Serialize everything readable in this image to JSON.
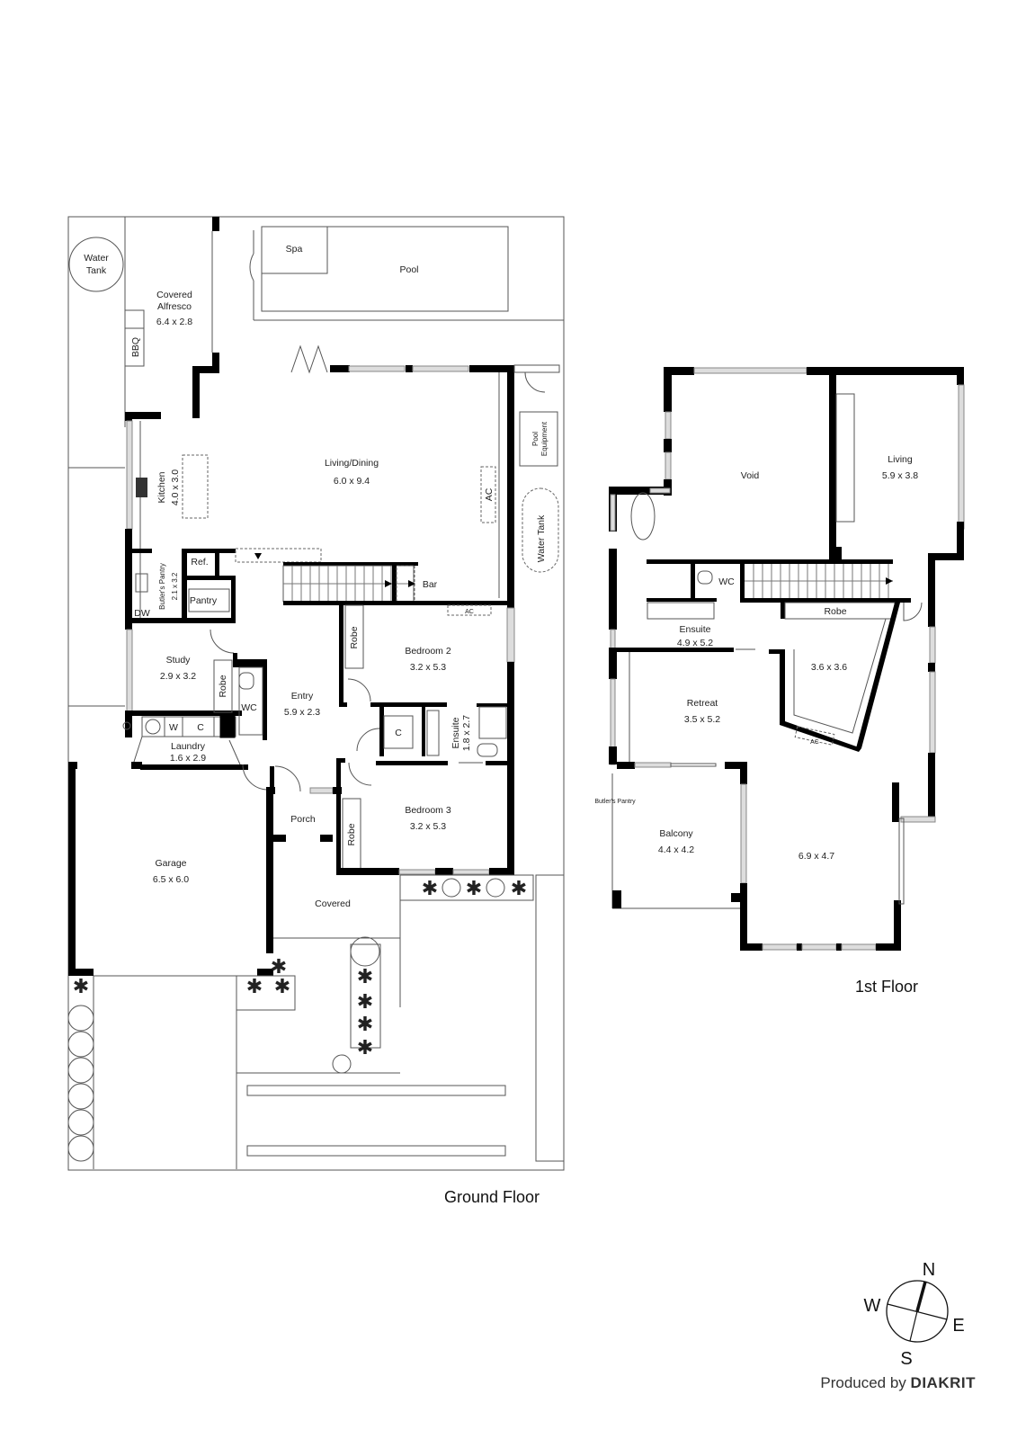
{
  "ground_floor": {
    "title": "Ground Floor",
    "rooms": {
      "water_tank_1": {
        "line1": "Water",
        "line2": "Tank"
      },
      "alfresco": {
        "line1": "Covered",
        "line2": "Alfresco",
        "dims": "6.4 x 2.8"
      },
      "bbq": {
        "label": "BBQ"
      },
      "spa": {
        "label": "Spa"
      },
      "pool": {
        "label": "Pool"
      },
      "living_dining": {
        "label": "Living/Dining",
        "dims": "6.0 x 9.4"
      },
      "ac_living": {
        "label": "AC"
      },
      "pool_equipment": {
        "line1": "Pool",
        "line2": "Equipment"
      },
      "water_tank_2": {
        "label": "Water Tank"
      },
      "kitchen": {
        "label": "Kitchen",
        "dims": "4.0 x 3.0"
      },
      "butlers_pantry": {
        "label": "Butler's Pantry",
        "dims": "2.1 x 3.2"
      },
      "ref": {
        "label": "Ref."
      },
      "pantry": {
        "label": "Pantry"
      },
      "dw": {
        "label": "DW"
      },
      "bar": {
        "label": "Bar"
      },
      "ac_bed2": {
        "label": "AC"
      },
      "bedroom2": {
        "label": "Bedroom 2",
        "dims": "3.2 x 5.3"
      },
      "robe_bed2": {
        "label": "Robe"
      },
      "study": {
        "label": "Study",
        "dims": "2.9 x 3.2"
      },
      "robe_study": {
        "label": "Robe"
      },
      "wc": {
        "label": "WC"
      },
      "entry": {
        "label": "Entry",
        "dims": "5.9 x 2.3"
      },
      "cupboard": {
        "label": "C"
      },
      "ensuite": {
        "label": "Ensuite",
        "dims": "1.8 x 2.7"
      },
      "laundry_w": {
        "label": "W"
      },
      "laundry_c": {
        "label": "C"
      },
      "laundry": {
        "label": "Laundry",
        "dims": "1.6 x 2.9"
      },
      "porch": {
        "label": "Porch"
      },
      "bedroom3": {
        "label": "Bedroom 3",
        "dims": "3.2 x 5.3"
      },
      "robe_bed3": {
        "label": "Robe"
      },
      "garage": {
        "label": "Garage",
        "dims": "6.5 x 6.0"
      },
      "covered": {
        "label": "Covered"
      }
    }
  },
  "first_floor": {
    "title": "1st Floor",
    "rooms": {
      "void": {
        "label": "Void"
      },
      "living": {
        "label": "Living",
        "dims": "5.9 x 3.8"
      },
      "wc": {
        "label": "WC"
      },
      "robe": {
        "label": "Robe"
      },
      "ensuite": {
        "label": "Ensuite",
        "dims": "4.9 x 5.2"
      },
      "bedroom": {
        "dims": "3.6 x 3.6"
      },
      "retreat": {
        "label": "Retreat",
        "dims": "3.5 x 5.2"
      },
      "ac": {
        "label": "AC"
      },
      "butlers_pantry": {
        "label": "Butler's Pantry"
      },
      "balcony": {
        "label": "Balcony",
        "dims": "4.4 x 4.2"
      },
      "open_area": {
        "dims": "6.9 x 4.7"
      }
    }
  },
  "compass": {
    "n": "N",
    "e": "E",
    "s": "S",
    "w": "W"
  },
  "credit": {
    "prefix": "Produced by",
    "brand": "DIAKRIT"
  }
}
